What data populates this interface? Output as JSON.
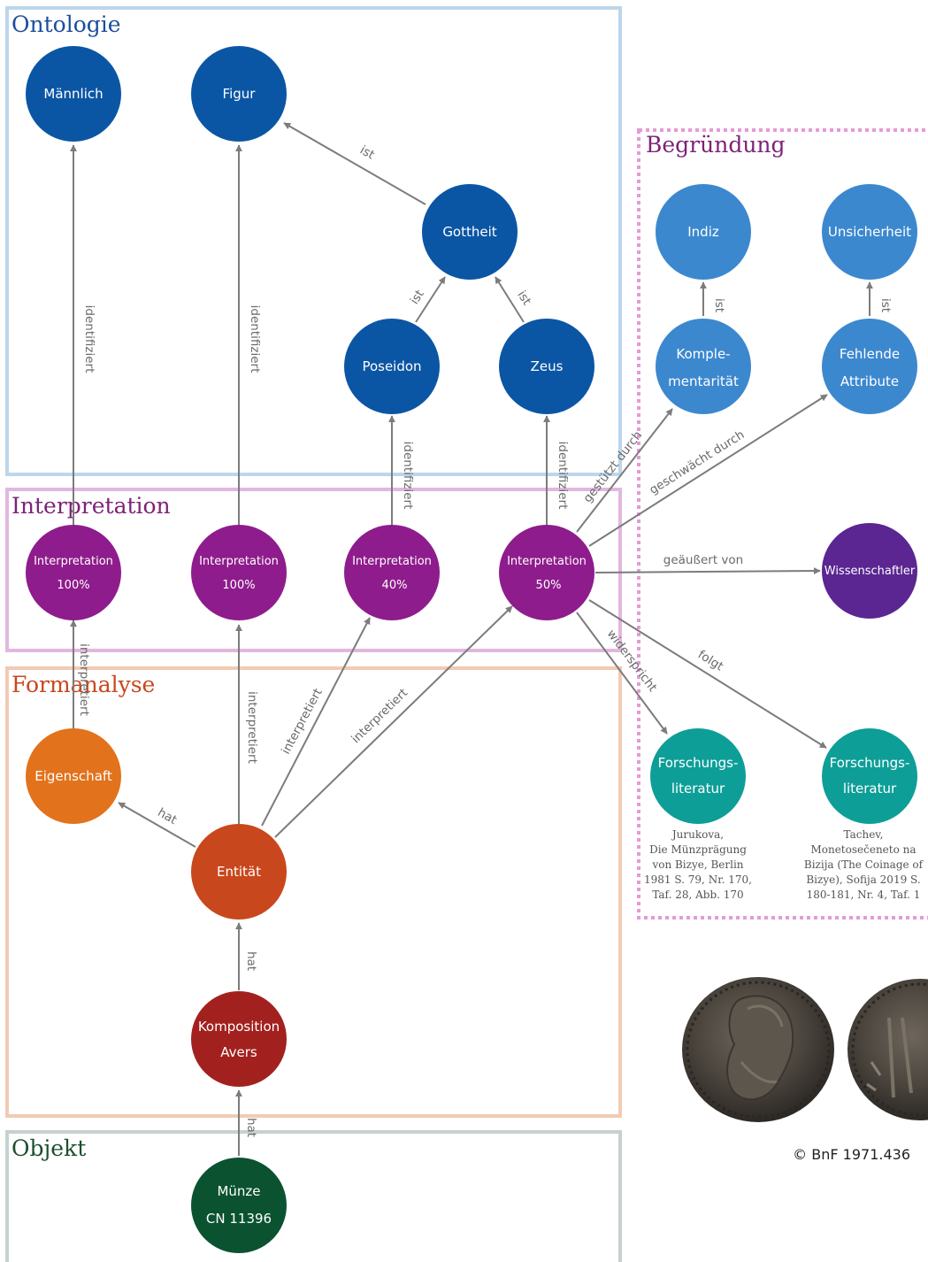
{
  "colors": {
    "ontologie": "#0B56A4",
    "begruendung": "#3C88CF",
    "interpretation": "#8E1C8C",
    "wissenschaftler": "#5B2592",
    "forschung": "#0E9E98",
    "eigenschaft": "#E2721C",
    "entitaet": "#C9471C",
    "komposition": "#A2211E",
    "muenze": "#0B5230",
    "edge": "#7c7c7c"
  },
  "sections": {
    "ontologie": {
      "title": "Ontologie",
      "color": "#1B4E9B",
      "border": "#BCD6EC"
    },
    "begruendung": {
      "title": "Begründung",
      "color": "#7D2378",
      "border": "#E59AD8"
    },
    "interpretation": {
      "title": "Interpretation",
      "color": "#7D2378",
      "border": "#E2B7DF"
    },
    "formanalyse": {
      "title": "Formanalyse",
      "color": "#C9471C",
      "border": "#F1CBB4"
    },
    "objekt": {
      "title": "Objekt",
      "color": "#1C4F2E",
      "border": "#C5D2CE"
    }
  },
  "nodes": {
    "maennlich": {
      "lines": [
        "Männlich"
      ],
      "color": "ontologie"
    },
    "figur": {
      "lines": [
        "Figur"
      ],
      "color": "ontologie"
    },
    "gottheit": {
      "lines": [
        "Gottheit"
      ],
      "color": "ontologie"
    },
    "poseidon": {
      "lines": [
        "Poseidon"
      ],
      "color": "ontologie"
    },
    "zeus": {
      "lines": [
        "Zeus"
      ],
      "color": "ontologie"
    },
    "indiz": {
      "lines": [
        "Indiz"
      ],
      "color": "begruendung"
    },
    "unsicherheit": {
      "lines": [
        "Unsicherheit"
      ],
      "color": "begruendung"
    },
    "komplementaritaet": {
      "lines": [
        "Komple-",
        "mentarität"
      ],
      "color": "begruendung"
    },
    "fehlende": {
      "lines": [
        "Fehlende",
        "Attribute"
      ],
      "color": "begruendung"
    },
    "interp1": {
      "lines": [
        "Interpretation",
        "100%"
      ],
      "color": "interpretation"
    },
    "interp2": {
      "lines": [
        "Interpretation",
        "100%"
      ],
      "color": "interpretation"
    },
    "interp3": {
      "lines": [
        "Interpretation",
        "40%"
      ],
      "color": "interpretation"
    },
    "interp4": {
      "lines": [
        "Interpretation",
        "50%"
      ],
      "color": "interpretation"
    },
    "wissenschaftler": {
      "lines": [
        "Wissenschaftler"
      ],
      "color": "wissenschaftler"
    },
    "forschung1": {
      "lines": [
        "Forschungs-",
        "literatur"
      ],
      "color": "forschung"
    },
    "forschung2": {
      "lines": [
        "Forschungs-",
        "literatur"
      ],
      "color": "forschung"
    },
    "eigenschaft": {
      "lines": [
        "Eigenschaft"
      ],
      "color": "eigenschaft"
    },
    "entitaet": {
      "lines": [
        "Entität"
      ],
      "color": "entitaet"
    },
    "komposition": {
      "lines": [
        "Komposition",
        "Avers"
      ],
      "color": "komposition"
    },
    "muenze": {
      "lines": [
        "Münze",
        "CN 11396"
      ],
      "color": "muenze"
    }
  },
  "edges": {
    "e1": {
      "label": "identifiziert"
    },
    "e2": {
      "label": "identifiziert"
    },
    "e3": {
      "label": "identifiziert"
    },
    "e4": {
      "label": "identifiziert"
    },
    "e5": {
      "label": "ist"
    },
    "e6": {
      "label": "ist"
    },
    "e7": {
      "label": "ist"
    },
    "e8": {
      "label": "ist"
    },
    "e9": {
      "label": "ist"
    },
    "e10": {
      "label": "gestützt durch"
    },
    "e11": {
      "label": "geschwächt durch"
    },
    "e12": {
      "label": "geäußert von"
    },
    "e13": {
      "label": "widerspricht"
    },
    "e14": {
      "label": "folgt"
    },
    "e15": {
      "label": "interpretiert"
    },
    "e16": {
      "label": "interpretiert"
    },
    "e17": {
      "label": "interpretiert"
    },
    "e18": {
      "label": "interpretiert"
    },
    "e19": {
      "label": "hat"
    },
    "e20": {
      "label": "hat"
    },
    "e21": {
      "label": "hat"
    }
  },
  "references": {
    "ref1": [
      "Jurukova,",
      "Die Münzprägung",
      "von Bizye, Berlin",
      "1981 S. 79, Nr. 170,",
      "Taf. 28, Abb. 170"
    ],
    "ref2": [
      "Tachev,",
      "Monetosečeneto na",
      "Bizija (The Coinage of",
      "Bizye), Sofija 2019 S.",
      "180-181, Nr. 4, Taf. 1"
    ]
  },
  "copyright": "© BnF 1971.436"
}
